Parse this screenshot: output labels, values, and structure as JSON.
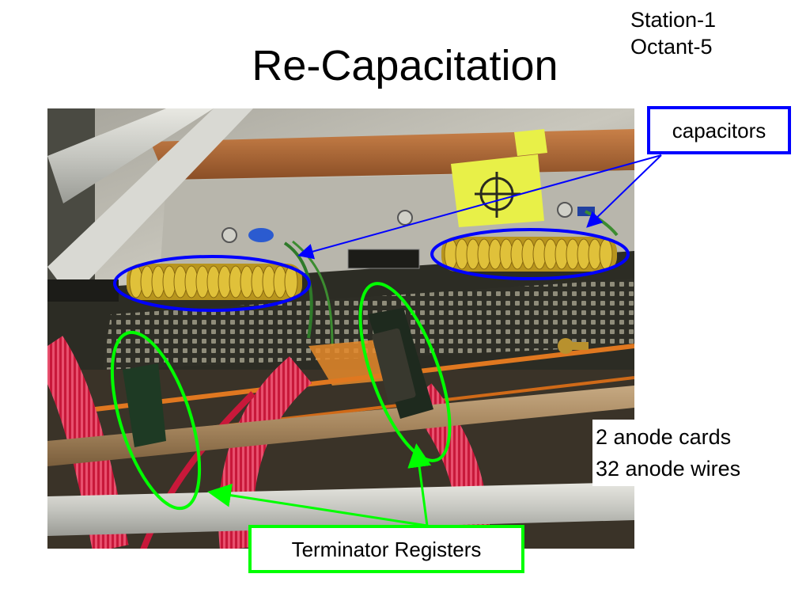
{
  "slide": {
    "title": "Re-Capacitation",
    "station": "Station-1",
    "octant": "Octant-5"
  },
  "callouts": {
    "capacitors": "capacitors",
    "terminator_registers": "Terminator Registers",
    "anode_cards": "2 anode cards",
    "anode_wires": "32 anode wires"
  },
  "colors": {
    "capacitor_annotation": "#0000ff",
    "terminator_annotation": "#00ff00",
    "capacitor_fill": "#d8b830",
    "ribbon_wire": "#d81e3c",
    "copper": "#b5703a",
    "board": "#3a3a30"
  }
}
